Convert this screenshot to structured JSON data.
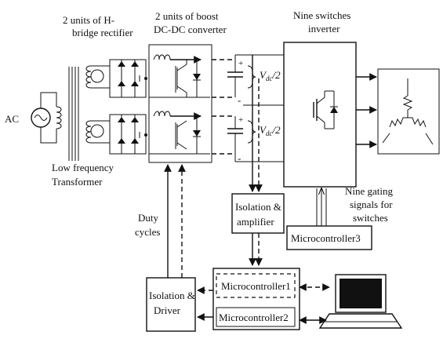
{
  "labels": {
    "ac": "AC",
    "rectifier": [
      "2 units of H-",
      "bridge rectifier"
    ],
    "boost": [
      "2 units of boost",
      "DC-DC converter"
    ],
    "inverter": [
      "Nine switches",
      "inverter"
    ],
    "transformer": [
      "Low frequency",
      "Transformer"
    ],
    "vdc_top": "V",
    "vdc_top_sub": "dc",
    "vdc_top_suffix": "/2",
    "vdc_bot": "V",
    "vdc_bot_sub": "dc",
    "vdc_bot_suffix": "/2",
    "duty": [
      "Duty",
      "cycles"
    ],
    "gating": [
      "Nine gating",
      "signals for",
      "switches"
    ],
    "plus": "+",
    "minus": "-"
  },
  "blocks": {
    "isolation_amplifier": [
      "Isolation &",
      "amplifier"
    ],
    "isolation_driver": [
      "Isolation &",
      "Driver"
    ],
    "microcontroller1": "Microcontroller1",
    "microcontroller2": "Microcontroller2",
    "microcontroller3": "Microcontroller3"
  },
  "icons": {
    "ac_source": "sine-source-icon",
    "igbt": "igbt-switch-icon",
    "diode": "diode-icon",
    "laptop": "laptop-icon",
    "motor": "three-phase-load-icon"
  }
}
